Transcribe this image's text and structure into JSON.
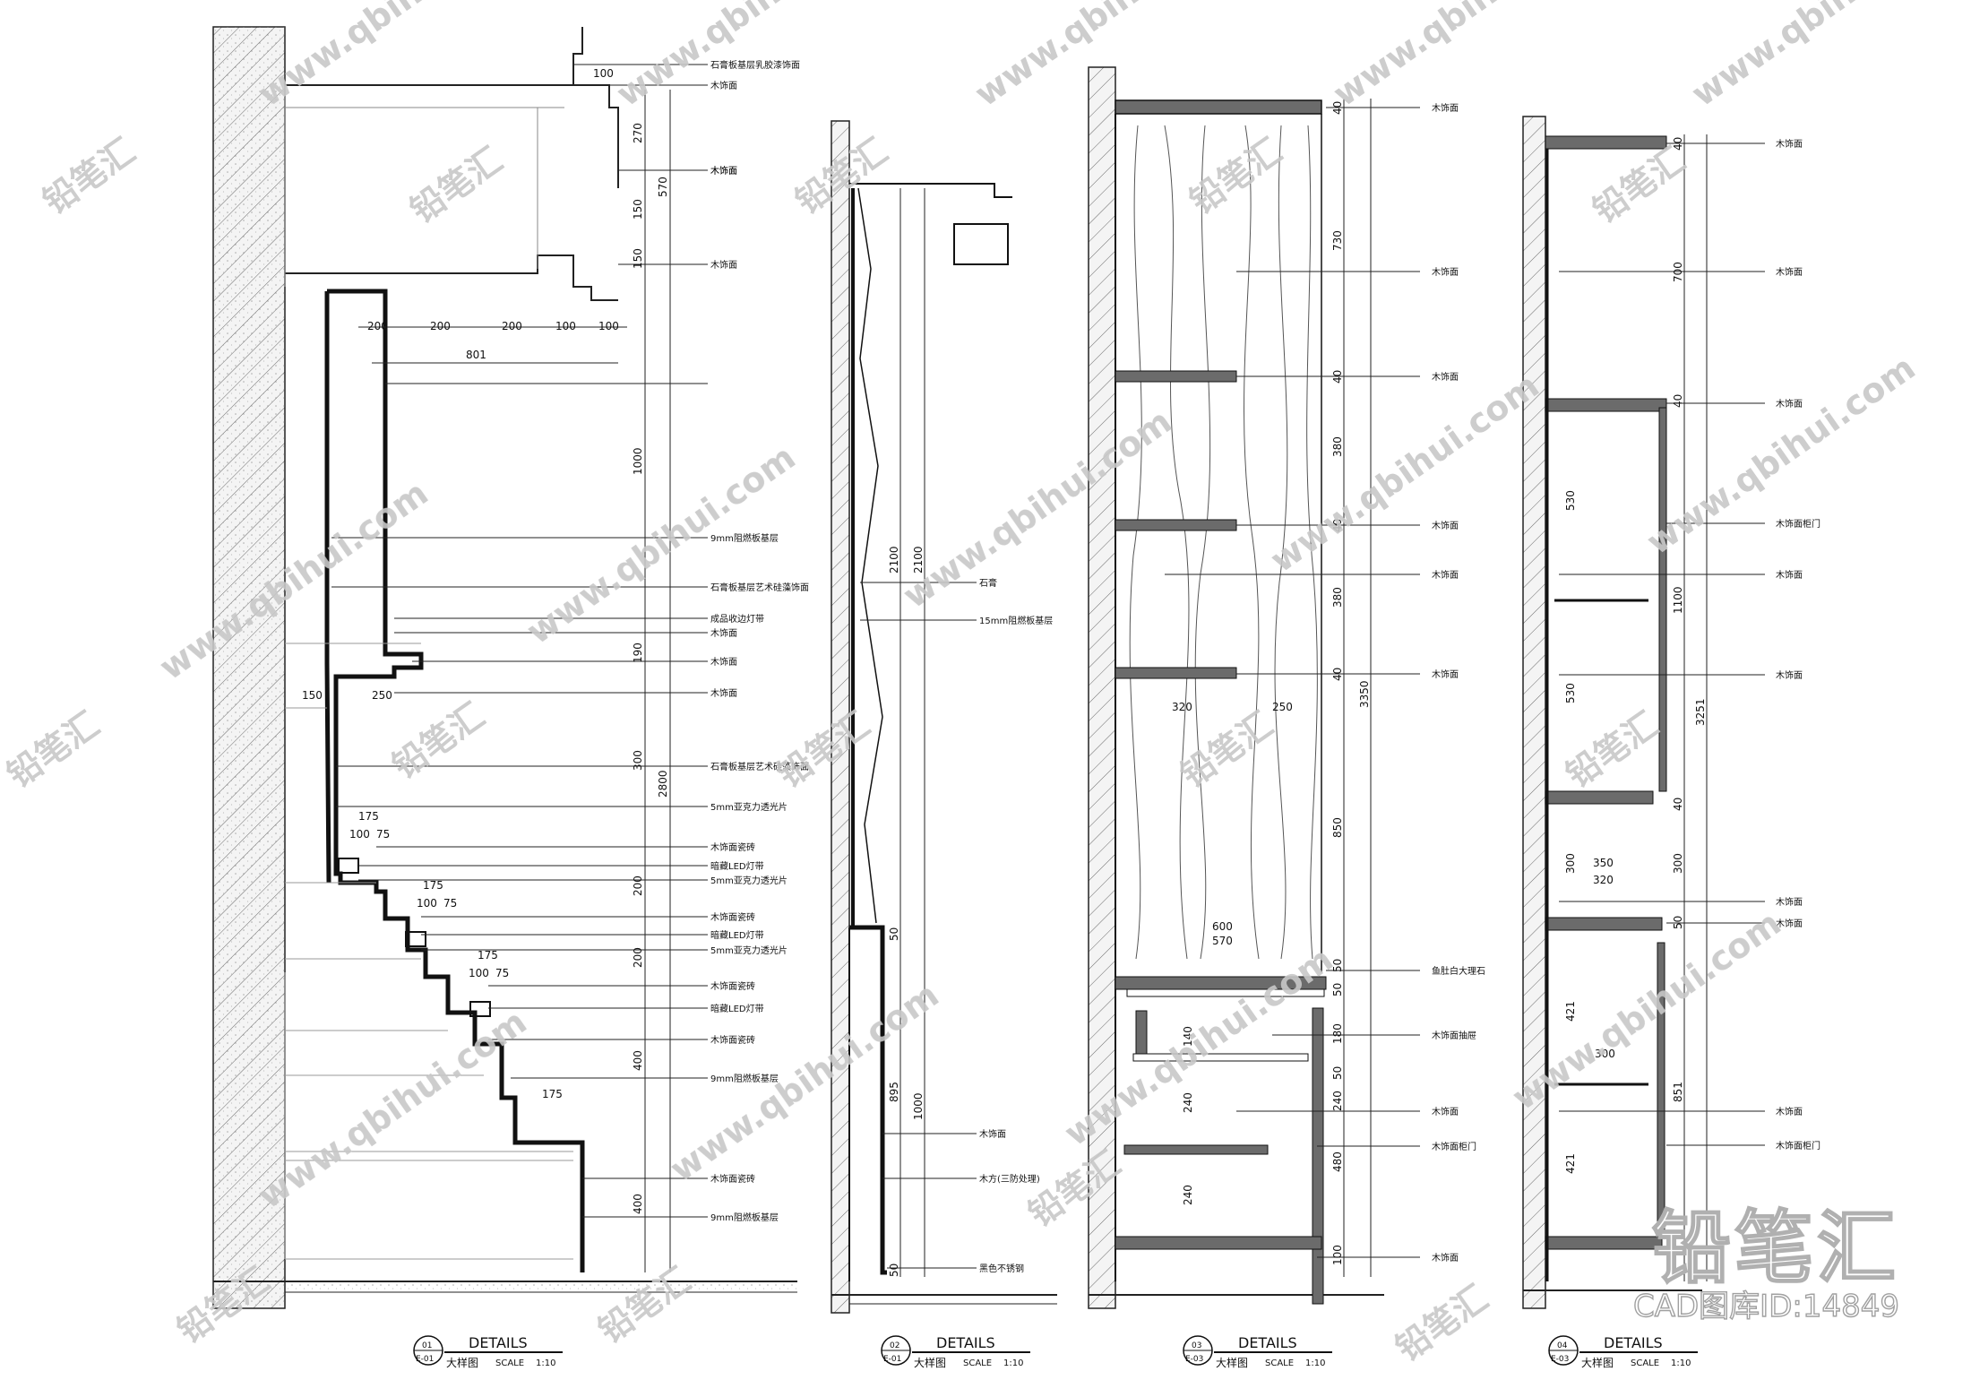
{
  "sheet": {
    "details": [
      {
        "num": "01",
        "ref": "E-01",
        "title": "DETAILS",
        "subtitle": "大样图",
        "scale_label": "SCALE",
        "scale": "1:10"
      },
      {
        "num": "02",
        "ref": "E-01",
        "title": "DETAILS",
        "subtitle": "大样图",
        "scale_label": "SCALE",
        "scale": "1:10"
      },
      {
        "num": "03",
        "ref": "E-03",
        "title": "DETAILS",
        "subtitle": "大样图",
        "scale_label": "SCALE",
        "scale": "1:10"
      },
      {
        "num": "04",
        "ref": "E-03",
        "title": "DETAILS",
        "subtitle": "大样图",
        "scale_label": "SCALE",
        "scale": "1:10"
      }
    ],
    "detail1": {
      "dims_h": [
        "100",
        "200",
        "200",
        "200",
        "100",
        "100",
        "801",
        "150",
        "250",
        "175",
        "100",
        "75",
        "175",
        "100",
        "75",
        "175",
        "100",
        "75",
        "175"
      ],
      "dims_v": [
        "270",
        "150",
        "150",
        "570",
        "1000",
        "190",
        "300",
        "2800",
        "200",
        "200",
        "400",
        "400"
      ],
      "notes": [
        "石膏板基层乳胶漆饰面",
        "木饰面",
        "木饰面",
        "木饰面",
        "木饰面",
        "9mm阻燃板基层",
        "石膏板基层艺术硅藻饰面",
        "成品收边灯带",
        "木饰面",
        "木饰面",
        "木饰面",
        "石膏板基层艺术硅藻饰面",
        "5mm亚克力透光片",
        "木饰面瓷砖",
        "暗藏LED灯带",
        "5mm亚克力透光片",
        "木饰面瓷砖",
        "暗藏LED灯带",
        "5mm亚克力透光片",
        "木饰面瓷砖",
        "暗藏LED灯带",
        "木饰面瓷砖",
        "9mm阻燃板基层",
        "木饰面瓷砖",
        "9mm阻燃板基层"
      ]
    },
    "detail2": {
      "dims_v": [
        "2100",
        "2100",
        "50",
        "895",
        "1000",
        "50"
      ],
      "notes": [
        "石膏",
        "15mm阻燃板基层",
        "木饰面",
        "木方(三防处理)",
        "黑色不锈钢"
      ]
    },
    "detail3": {
      "dims_v": [
        "40",
        "730",
        "40",
        "380",
        "40",
        "380",
        "40",
        "850",
        "50",
        "50",
        "180",
        "50",
        "240",
        "480",
        "100",
        "3350"
      ],
      "dims_h": [
        "320",
        "250",
        "600",
        "570"
      ],
      "label_140": "140",
      "label_240a": "240",
      "label_240b": "240",
      "notes": [
        "木饰面",
        "木饰面",
        "木饰面",
        "木饰面",
        "木饰面",
        "木饰面",
        "鱼肚白大理石",
        "木饰面抽屉",
        "木饰面",
        "木饰面柜门",
        "木饰面"
      ]
    },
    "detail4": {
      "dims_v": [
        "40",
        "700",
        "40",
        "530",
        "530",
        "1100",
        "40",
        "300",
        "300",
        "50",
        "421",
        "851",
        "421",
        "3251"
      ],
      "dims_h": [
        "350",
        "320",
        "300"
      ],
      "notes": [
        "木饰面",
        "木饰面",
        "木饰面",
        "木饰面柜门",
        "木饰面",
        "木饰面",
        "木饰面",
        "木饰面",
        "木饰面",
        "木饰面柜门"
      ]
    },
    "watermarks": {
      "brand_cn": "铅笔汇",
      "url": "www.qbihui.com"
    },
    "brand_block": {
      "name": "铅笔汇",
      "id_line": "CAD图库ID:14849"
    },
    "colors": {
      "ink": "#111111",
      "hatch": "#555555",
      "wall_fill": "#ededed",
      "panel": "#6b6b6b",
      "wm": "#c8c8c8"
    }
  }
}
